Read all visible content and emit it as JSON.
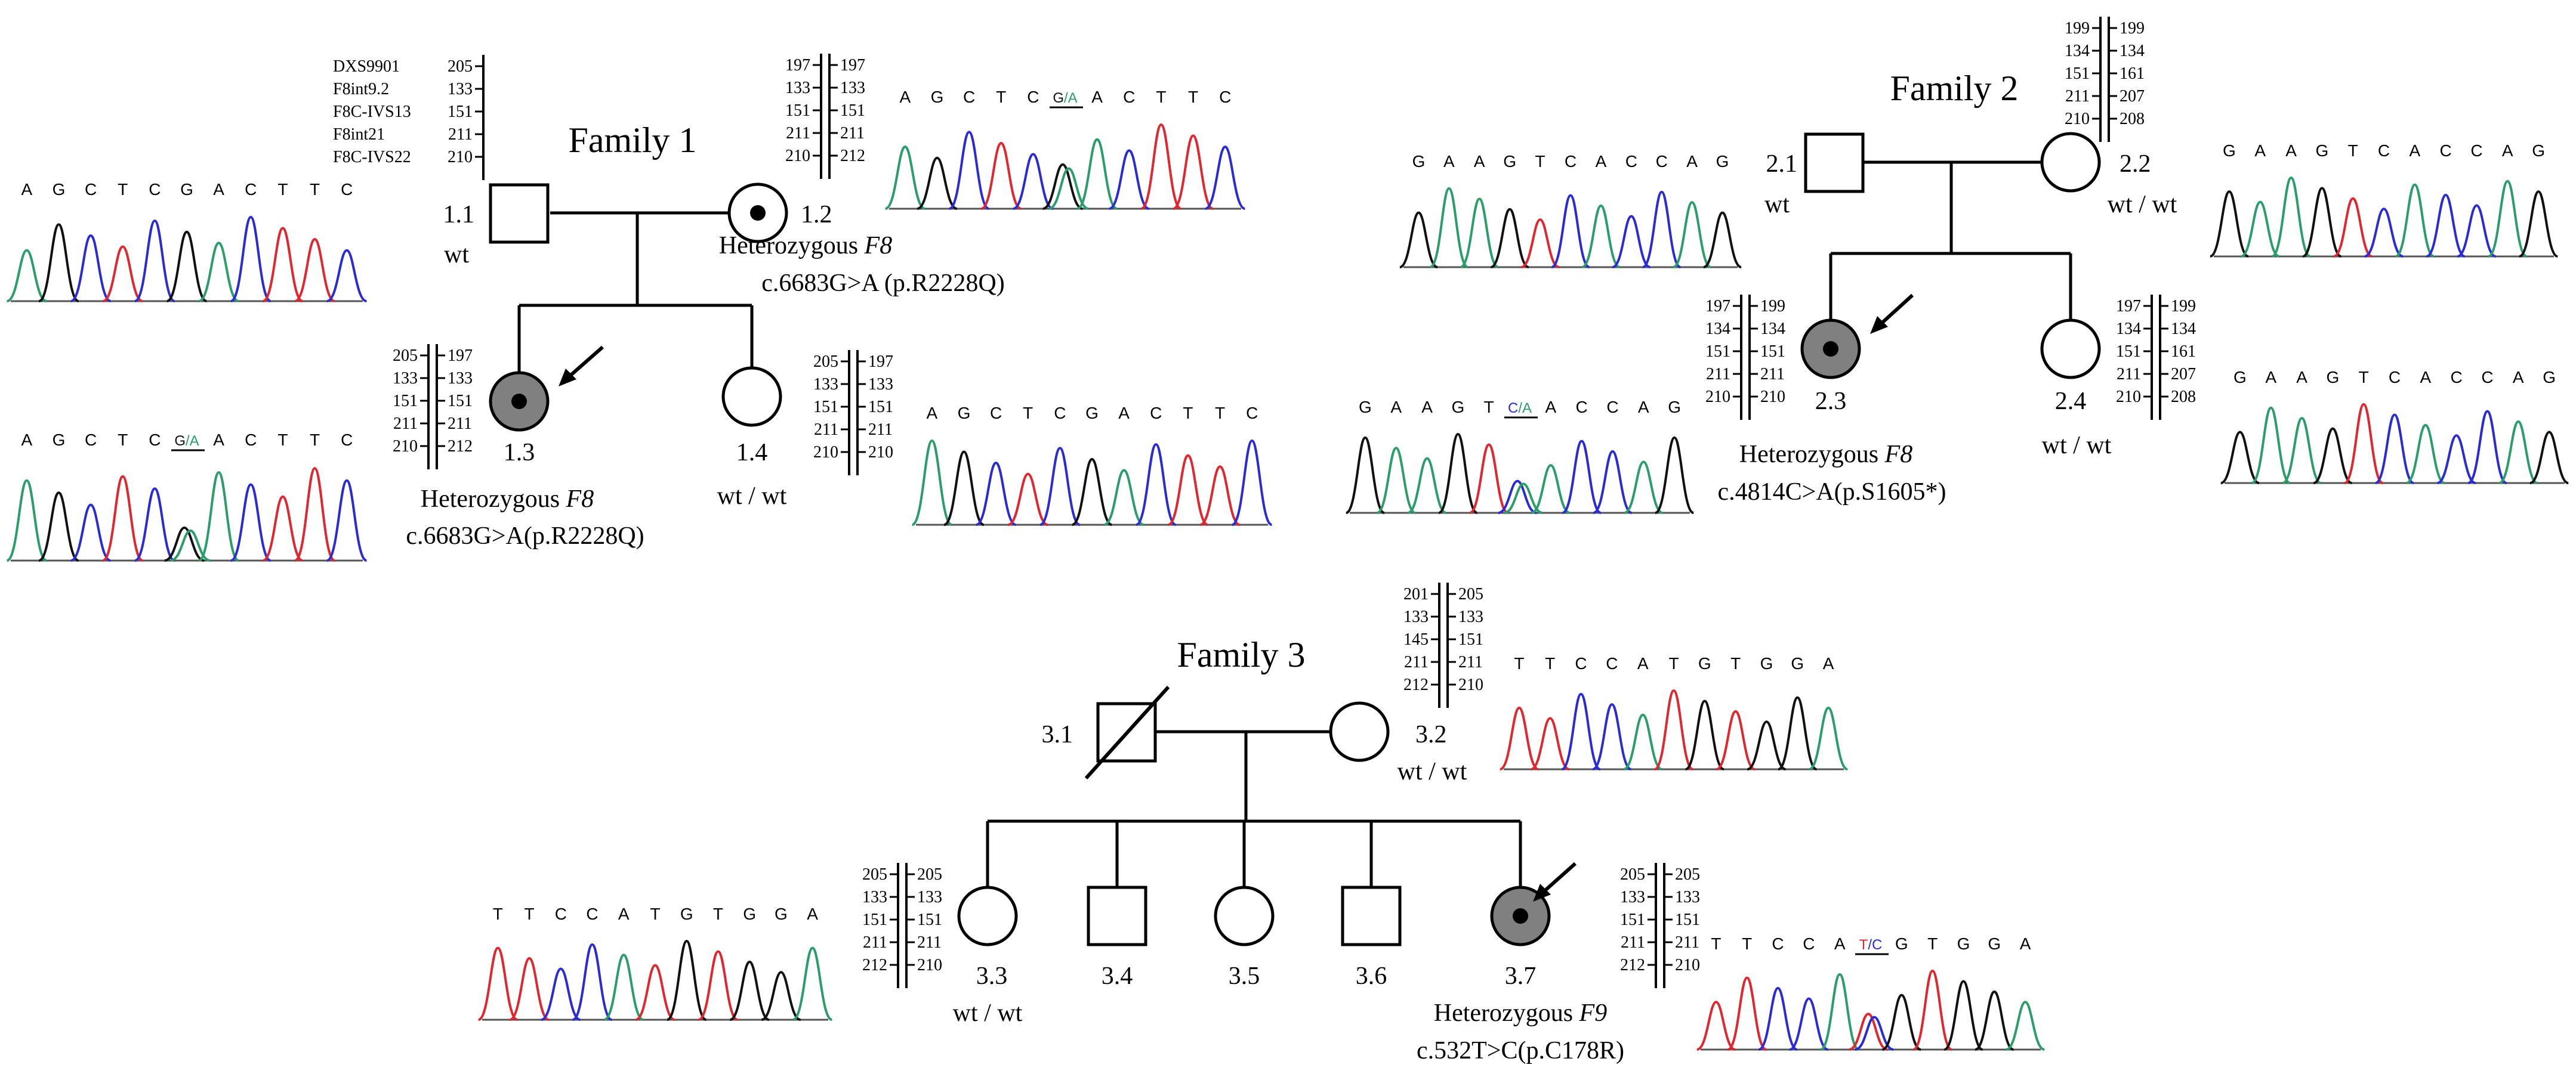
{
  "colors": {
    "A": "#2a9d6a",
    "G": "#111111",
    "T": "#e0262f",
    "C": "#2b2bd6",
    "affected_fill": "#808080",
    "line": "#000000"
  },
  "families": [
    {
      "title": "Family 1",
      "haplotype_markers": [
        "DXS9901",
        "F8int9.2",
        "F8C-IVS13",
        "F8int21",
        "F8C-IVS22"
      ],
      "members": [
        {
          "id": "1.1",
          "sex": "male",
          "affected": false,
          "carrier": false,
          "deceased": false,
          "proband": false,
          "genotype": "wt",
          "haplotype_left": [
            "205",
            "133",
            "151",
            "211",
            "210"
          ],
          "haplotype_right": []
        },
        {
          "id": "1.2",
          "sex": "female",
          "affected": false,
          "carrier": true,
          "deceased": false,
          "proband": false,
          "genotype": "",
          "variant_prefix": "Heterozygous ",
          "variant_gene": "F8",
          "variant_change": "c.6683G>A (p.R2228Q)",
          "haplotype_left": [
            "197",
            "133",
            "151",
            "211",
            "210"
          ],
          "haplotype_right": [
            "197",
            "133",
            "151",
            "211",
            "212"
          ]
        },
        {
          "id": "1.3",
          "sex": "female",
          "affected": true,
          "carrier": true,
          "deceased": false,
          "proband": true,
          "genotype": "",
          "variant_prefix": "Heterozygous ",
          "variant_gene": "F8",
          "variant_change": "c.6683G>A(p.R2228Q)",
          "haplotype_left": [
            "205",
            "133",
            "151",
            "211",
            "210"
          ],
          "haplotype_right": [
            "197",
            "133",
            "151",
            "211",
            "212"
          ]
        },
        {
          "id": "1.4",
          "sex": "female",
          "affected": false,
          "carrier": false,
          "deceased": false,
          "proband": false,
          "genotype": "wt / wt",
          "haplotype_left": [
            "205",
            "133",
            "151",
            "211",
            "210"
          ],
          "haplotype_right": [
            "197",
            "133",
            "151",
            "211",
            "210"
          ]
        }
      ]
    },
    {
      "title": "Family 2",
      "members": [
        {
          "id": "2.1",
          "sex": "male",
          "affected": false,
          "carrier": false,
          "deceased": false,
          "proband": false,
          "genotype": "wt"
        },
        {
          "id": "2.2",
          "sex": "female",
          "affected": false,
          "carrier": false,
          "deceased": false,
          "proband": false,
          "genotype": "wt / wt",
          "haplotype_left": [
            "199",
            "134",
            "151",
            "211",
            "210"
          ],
          "haplotype_right": [
            "199",
            "134",
            "161",
            "207",
            "208"
          ]
        },
        {
          "id": "2.3",
          "sex": "female",
          "affected": true,
          "carrier": true,
          "deceased": false,
          "proband": true,
          "genotype": "",
          "variant_prefix": "Heterozygous ",
          "variant_gene": "F8",
          "variant_change": "c.4814C>A(p.S1605*)",
          "haplotype_left": [
            "197",
            "134",
            "151",
            "211",
            "210"
          ],
          "haplotype_right": [
            "199",
            "134",
            "151",
            "211",
            "210"
          ]
        },
        {
          "id": "2.4",
          "sex": "female",
          "affected": false,
          "carrier": false,
          "deceased": false,
          "proband": false,
          "genotype": "wt / wt",
          "haplotype_left": [
            "197",
            "134",
            "151",
            "211",
            "210"
          ],
          "haplotype_right": [
            "199",
            "134",
            "161",
            "207",
            "208"
          ]
        }
      ]
    },
    {
      "title": "Family 3",
      "members": [
        {
          "id": "3.1",
          "sex": "male",
          "affected": false,
          "carrier": false,
          "deceased": true,
          "proband": false,
          "genotype": ""
        },
        {
          "id": "3.2",
          "sex": "female",
          "affected": false,
          "carrier": false,
          "deceased": false,
          "proband": false,
          "genotype": "wt / wt",
          "haplotype_left": [
            "201",
            "133",
            "145",
            "211",
            "212"
          ],
          "haplotype_right": [
            "205",
            "133",
            "151",
            "211",
            "210"
          ]
        },
        {
          "id": "3.3",
          "sex": "female",
          "affected": false,
          "carrier": false,
          "deceased": false,
          "proband": false,
          "genotype": "wt / wt",
          "haplotype_left": [
            "205",
            "133",
            "151",
            "211",
            "212"
          ],
          "haplotype_right": [
            "205",
            "133",
            "151",
            "211",
            "210"
          ]
        },
        {
          "id": "3.4",
          "sex": "male",
          "affected": false,
          "carrier": false,
          "deceased": false,
          "proband": false,
          "genotype": ""
        },
        {
          "id": "3.5",
          "sex": "female",
          "affected": false,
          "carrier": false,
          "deceased": false,
          "proband": false,
          "genotype": ""
        },
        {
          "id": "3.6",
          "sex": "male",
          "affected": false,
          "carrier": false,
          "deceased": false,
          "proband": false,
          "genotype": ""
        },
        {
          "id": "3.7",
          "sex": "female",
          "affected": true,
          "carrier": true,
          "deceased": false,
          "proband": true,
          "genotype": "",
          "variant_prefix": "Heterozygous ",
          "variant_gene": "F9",
          "variant_change": "c.532T>C(p.C178R)",
          "haplotype_left": [
            "205",
            "133",
            "151",
            "211",
            "212"
          ],
          "haplotype_right": [
            "205",
            "133",
            "151",
            "211",
            "210"
          ]
        }
      ]
    }
  ],
  "chromatograms": [
    {
      "sequence": [
        "A",
        "G",
        "C",
        "T",
        "C",
        "G",
        "A",
        "C",
        "T",
        "T",
        "C"
      ],
      "het": []
    },
    {
      "sequence": [
        "A",
        "G",
        "C",
        "T",
        "C",
        "G/A",
        "A",
        "C",
        "T",
        "T",
        "C"
      ],
      "het": [
        5
      ]
    },
    {
      "sequence": [
        "A",
        "G",
        "C",
        "T",
        "C",
        "G/A",
        "A",
        "C",
        "T",
        "T",
        "C"
      ],
      "het": [
        5
      ]
    },
    {
      "sequence": [
        "A",
        "G",
        "C",
        "T",
        "C",
        "G",
        "A",
        "C",
        "T",
        "T",
        "C"
      ],
      "het": []
    },
    {
      "sequence": [
        "G",
        "A",
        "A",
        "G",
        "T",
        "C",
        "A",
        "C",
        "C",
        "A",
        "G"
      ],
      "het": []
    },
    {
      "sequence": [
        "G",
        "A",
        "A",
        "G",
        "T",
        "C",
        "A",
        "C",
        "C",
        "A",
        "G"
      ],
      "het": []
    },
    {
      "sequence": [
        "G",
        "A",
        "A",
        "G",
        "T",
        "C/A",
        "A",
        "C",
        "C",
        "A",
        "G"
      ],
      "het": [
        5
      ]
    },
    {
      "sequence": [
        "G",
        "A",
        "A",
        "G",
        "T",
        "C",
        "A",
        "C",
        "C",
        "A",
        "G"
      ],
      "het": []
    },
    {
      "sequence": [
        "T",
        "T",
        "C",
        "C",
        "A",
        "T",
        "G",
        "T",
        "G",
        "G",
        "A"
      ],
      "het": []
    },
    {
      "sequence": [
        "T",
        "T",
        "C",
        "C",
        "A",
        "T",
        "G",
        "T",
        "G",
        "G",
        "A"
      ],
      "het": []
    },
    {
      "sequence": [
        "T",
        "T",
        "C",
        "C",
        "A",
        "T/C",
        "G",
        "T",
        "G",
        "G",
        "A"
      ],
      "het": [
        5
      ]
    }
  ]
}
